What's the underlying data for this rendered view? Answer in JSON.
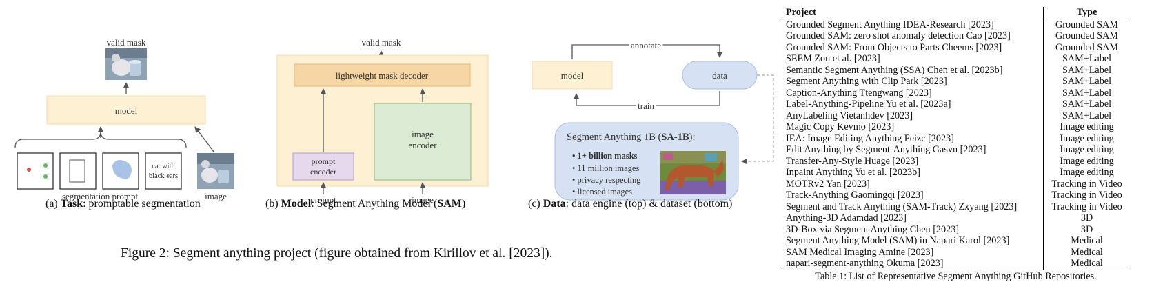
{
  "figure": {
    "panel_a": {
      "valid_mask_label": "valid mask",
      "model_label": "model",
      "prompt_text": "cat with black ears",
      "prompt_text_line1": "cat with",
      "prompt_text_line2": "black ears",
      "segmentation_prompt_label": "segmentation prompt",
      "image_label": "image",
      "caption_prefix": "(a) ",
      "caption_bold": "Task",
      "caption_rest": ": promptable segmentation"
    },
    "panel_b": {
      "valid_mask_label": "valid mask",
      "decoder_label": "lightweight mask decoder",
      "prompt_encoder_line1": "prompt",
      "prompt_encoder_line2": "encoder",
      "image_encoder_line1": "image",
      "image_encoder_line2": "encoder",
      "prompt_label": "prompt",
      "image_label": "image",
      "caption_prefix": "(b) ",
      "caption_bold": "Model",
      "caption_mid": ": Segment Anything Model (",
      "caption_bold2": "SAM",
      "caption_end": ")"
    },
    "panel_c": {
      "annotate_label": "annotate",
      "model_label": "model",
      "data_label": "data",
      "train_label": "train",
      "dataset_title_prefix": "Segment Anything 1B (",
      "dataset_title_bold": "SA-1B",
      "dataset_title_suffix": "):",
      "bullets": [
        "1+ billion masks",
        "11 million images",
        "privacy respecting",
        "licensed images"
      ],
      "caption_prefix": "(c) ",
      "caption_bold": "Data",
      "caption_rest": ": data engine (top) & dataset (bottom)"
    },
    "figure_caption": "Figure 2: Segment anything project (figure obtained from Kirillov et al. [2023])."
  },
  "table": {
    "headers": [
      "Project",
      "Type"
    ],
    "rows": [
      [
        "Grounded Segment Anything IDEA-Research [2023]",
        "Grounded SAM"
      ],
      [
        "Grounded SAM: zero shot anomaly detection Cao [2023]",
        "Grounded SAM"
      ],
      [
        "Grounded SAM: From Objects to Parts Cheems [2023]",
        "Grounded SAM"
      ],
      [
        "SEEM Zou et al. [2023]",
        "SAM+Label"
      ],
      [
        "Semantic Segment Anything (SSA) Chen et al. [2023b]",
        "SAM+Label"
      ],
      [
        "Segment Anything with Clip  Park [2023]",
        "SAM+Label"
      ],
      [
        "Caption-Anything Ttengwang [2023]",
        "SAM+Label"
      ],
      [
        "Label-Anything-Pipeline Yu et al. [2023a]",
        "SAM+Label"
      ],
      [
        "AnyLabeling Vietanhdev [2023]",
        "SAM+Label"
      ],
      [
        "Magic Copy Kevmo [2023]",
        "Image editing"
      ],
      [
        "IEA: Image Editing Anything Feizc [2023]",
        "Image editing"
      ],
      [
        "Edit Anything by Segment-Anything Gasvn [2023]",
        "Image editing"
      ],
      [
        "Transfer-Any-Style Huage [2023]",
        "Image editing"
      ],
      [
        "Inpaint Anything Yu et al. [2023b]",
        "Image editing"
      ],
      [
        "MOTRv2 Yan [2023]",
        "Tracking in Video"
      ],
      [
        "Track-Anything Gaomingqi [2023]",
        "Tracking in Video"
      ],
      [
        "Segment and Track Anything (SAM-Track) Zxyang [2023]",
        "Tracking in Video"
      ],
      [
        "Anything-3D Adamdad [2023]",
        "3D"
      ],
      [
        "3D-Box via Segment Anything Chen [2023]",
        "3D"
      ],
      [
        "Segment Anything Model (SAM) in Napari Karol [2023]",
        "Medical"
      ],
      [
        "SAM Medical Imaging Amine [2023]",
        "Medical"
      ],
      [
        "napari-segment-anything Okuma [2023]",
        "Medical"
      ]
    ],
    "caption": "Table 1: List of Representative Segment Anything GitHub Repositories."
  }
}
